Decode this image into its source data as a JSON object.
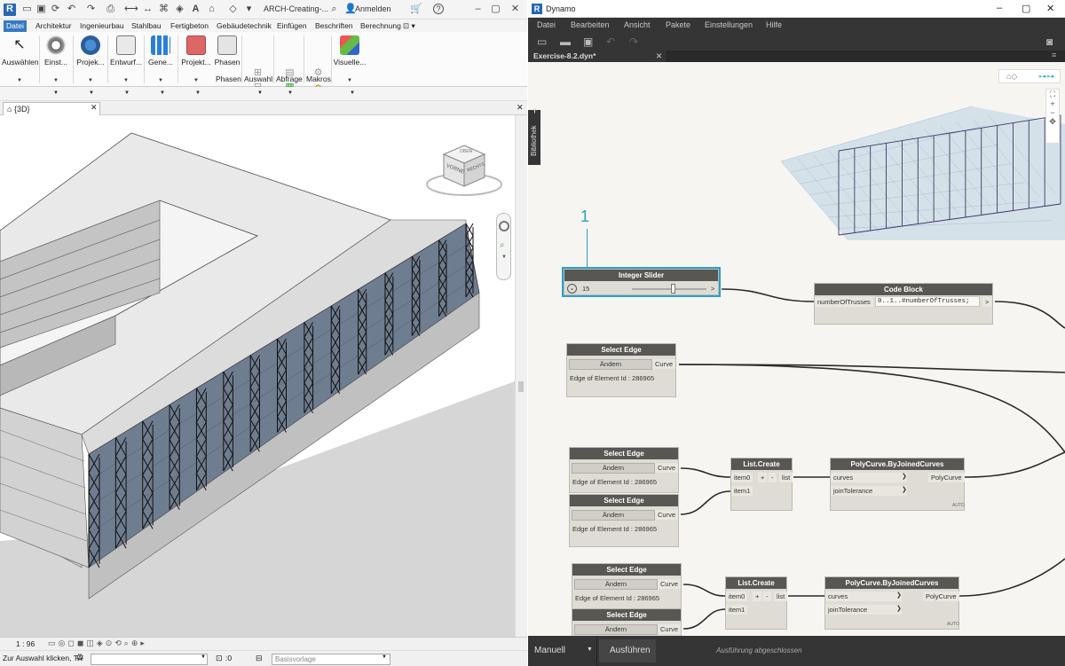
{
  "revit": {
    "qat_title": "ARCH-Creating-...",
    "qat_login": "Anmelden",
    "tabs": [
      "Datei",
      "Architektur",
      "Ingenieurbau",
      "Stahlbau",
      "Fertigbeton",
      "Gebäudetechnik",
      "Einfügen",
      "Beschriften",
      "Berechnung"
    ],
    "ribbon": {
      "auswaehlen": "Auswählen",
      "einst": "Einst...",
      "projek": "Projek...",
      "entwurf": "Entwurf...",
      "gene": "Gene...",
      "projekt": "Projekt...",
      "phasen": "Phasen",
      "phasen_panel": "Phasen",
      "auswahl_panel": "Auswahl",
      "abfrage_panel": "Abfrage",
      "makros_panel": "Makros",
      "visuelle": "Visuelle..."
    },
    "view_tab": "{3D}",
    "viewcube_front": "VORNE",
    "viewcube_right": "RECHTS",
    "viewcube_top": "OBEN",
    "scale": "1 : 96",
    "status_text": "Zur Auswahl klicken, TA",
    "status_zero": ":0",
    "status_template": "Basisvorlage"
  },
  "dynamo": {
    "window_title": "Dynamo",
    "menu": [
      "Datei",
      "Bearbeiten",
      "Ansicht",
      "Pakete",
      "Einstellungen",
      "Hilfe"
    ],
    "file_tab": "Exercise-8.2.dyn*",
    "library_tab": "Bibliothek",
    "callout_number": "1",
    "run_mode": "Manuell",
    "run_button": "Ausführen",
    "run_status": "Ausführung abgeschlossen",
    "nodes": {
      "slider": {
        "title": "Integer Slider",
        "value": "15",
        "value_fraction": 0.55
      },
      "codeblock": {
        "title": "Code Block",
        "input": "numberOfTrusses",
        "code": "0..1..#numberOfTrusses;"
      },
      "select_edge": {
        "title": "Select Edge",
        "button": "Ändern",
        "output": "Curve",
        "info": "Edge of Element Id : 286965"
      },
      "list_create": {
        "title": "List.Create",
        "in0": "item0",
        "in1": "item1",
        "out": "list",
        "plus": "+",
        "minus": "-"
      },
      "polycurve": {
        "title": "PolyCurve.ByJoinedCurves",
        "in0": "curves",
        "in1": "joinTolerance",
        "out": "PolyCurve",
        "lacing": "AUTO"
      }
    }
  },
  "colors": {
    "revit_accent": "#3778c1",
    "dynamo_dark": "#353535",
    "node_header": "#595753",
    "selection": "#2aa1c6",
    "facade_panel": "#6e7d8f"
  }
}
